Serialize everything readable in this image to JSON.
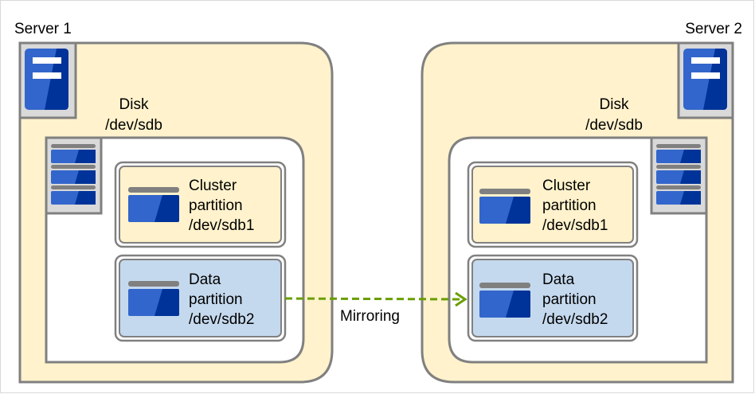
{
  "server1": {
    "label": "Server 1",
    "disk": {
      "label": "Disk",
      "device": "/dev/sdb"
    },
    "cluster_partition": {
      "line1": "Cluster",
      "line2": "partition",
      "line3": "/dev/sdb1"
    },
    "data_partition": {
      "line1": "Data",
      "line2": "partition",
      "line3": "/dev/sdb2"
    }
  },
  "server2": {
    "label": "Server 2",
    "disk": {
      "label": "Disk",
      "device": "/dev/sdb"
    },
    "cluster_partition": {
      "line1": "Cluster",
      "line2": "partition",
      "line3": "/dev/sdb1"
    },
    "data_partition": {
      "line1": "Data",
      "line2": "partition",
      "line3": "/dev/sdb2"
    }
  },
  "arrow": {
    "label": "Mirroring",
    "color": "#6a9e00"
  },
  "colors": {
    "server_fill": "#fff2cc",
    "data_partition_fill": "#c5d9ee",
    "icon_blue_light": "#3366cc",
    "icon_blue_dark": "#003399",
    "border": "#808080"
  }
}
